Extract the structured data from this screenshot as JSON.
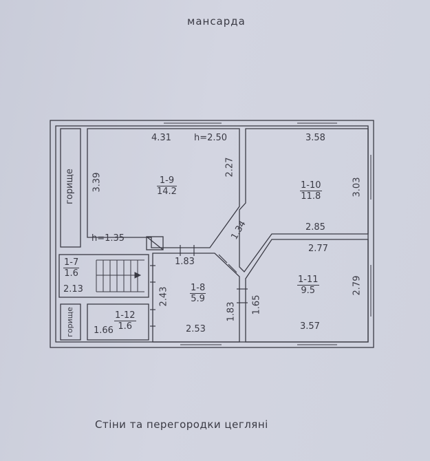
{
  "title": "мансарда",
  "note": "Стіни та перегородки цегляні",
  "colors": {
    "paper": "#cdd0dc",
    "ink": "#3a3a44"
  },
  "rooms": [
    {
      "id": "1-9",
      "area": "14.2"
    },
    {
      "id": "1-10",
      "area": "11.8"
    },
    {
      "id": "1-11",
      "area": "9.5"
    },
    {
      "id": "1-8",
      "area": "5.9"
    },
    {
      "id": "1-7",
      "area": "1.6"
    },
    {
      "id": "1-12",
      "area": "1.6"
    }
  ],
  "attic_label": "горище",
  "dimensions": {
    "d431": "4.31",
    "h250": "h=2.50",
    "d339": "3.39",
    "d227": "2.27",
    "h135": "h=1.35",
    "d358": "3.58",
    "d303": "3.03",
    "d285": "2.85",
    "d134": "1.34",
    "d277": "2.77",
    "d279": "2.79",
    "d357": "3.57",
    "d165": "1.65",
    "d183a": "1.83",
    "d243": "2.43",
    "d183b": "1.83",
    "d253": "2.53",
    "d213": "2.13",
    "d166": "1.66"
  }
}
